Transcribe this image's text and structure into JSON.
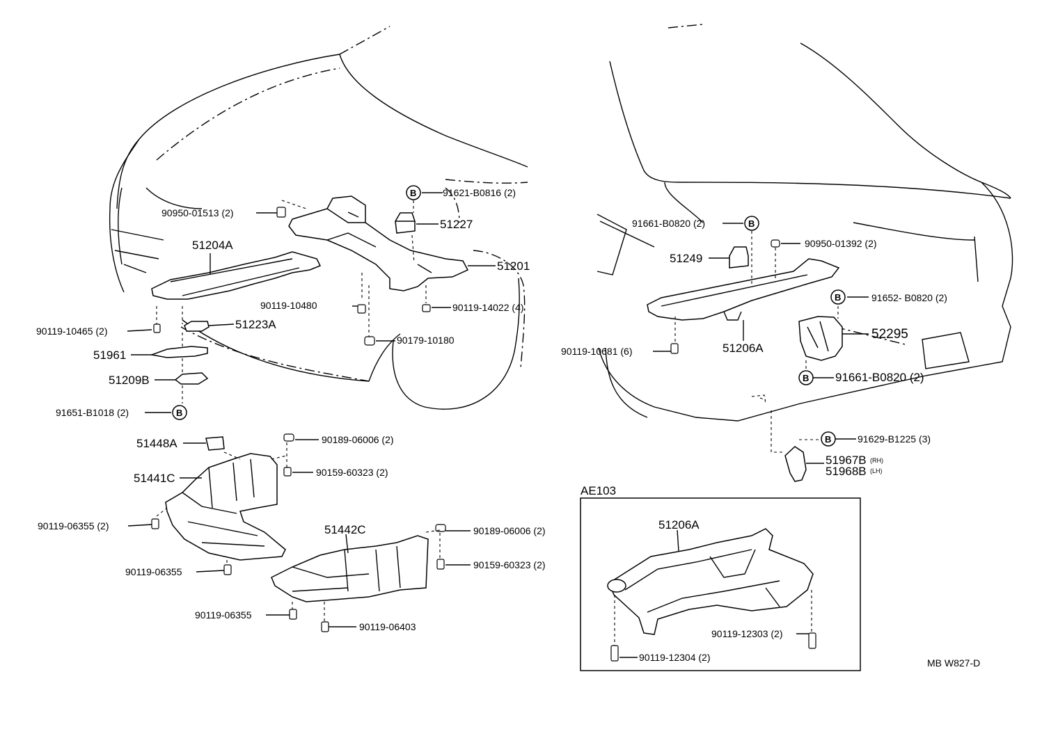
{
  "diagram": {
    "callout_letter": "B",
    "front_labels": {
      "p_90950_01513": "90950-01513 (2)",
      "p_51204A": "51204A",
      "p_90119_10465": "90119-10465 (2)",
      "p_51223A": "51223A",
      "p_51961": "51961",
      "p_51209B": "51209B",
      "p_91651_B1018": "91651-B1018 (2)",
      "p_91621_B0816": "91621-B0816 (2)",
      "p_51227": "51227",
      "p_51201": "51201",
      "p_90119_10480": "90119-10480",
      "p_90119_14022": "90119-14022 (4)",
      "p_90179_10180": "90179-10180"
    },
    "rear_labels": {
      "p_91661_B0820_top": "91661-B0820 (2)",
      "p_51249": "51249",
      "p_90950_01392": "90950-01392 (2)",
      "p_91652_B0820": "91652- B0820 (2)",
      "p_52295": "52295",
      "p_90119_10681": "90119-10681 (6)",
      "p_51206A": "51206A",
      "p_91661_B0820_bot": "91661-B0820 (2)",
      "p_91629_B1225": "91629-B1225 (3)",
      "p_51967B": "51967B",
      "p_51967B_side": "(RH)",
      "p_51968B": "51968B",
      "p_51968B_side": "(LH)"
    },
    "cover_labels": {
      "p_51448A": "51448A",
      "p_90189_06006_a": "90189-06006 (2)",
      "p_51441C": "51441C",
      "p_90159_60323_a": "90159-60323 (2)",
      "p_90119_06355_2": "90119-06355 (2)",
      "p_51442C": "51442C",
      "p_90189_06006_b": "90189-06006 (2)",
      "p_90159_60323_b": "90159-60323 (2)",
      "p_90119_06355_a": "90119-06355",
      "p_90119_06355_b": "90119-06355",
      "p_90119_06403": "90119-06403"
    },
    "inset": {
      "title": "AE103",
      "p_51206A": "51206A",
      "p_90119_12303": "90119-12303 (2)",
      "p_90119_12304": "90119-12304 (2)"
    },
    "code": "MB W827-D"
  }
}
